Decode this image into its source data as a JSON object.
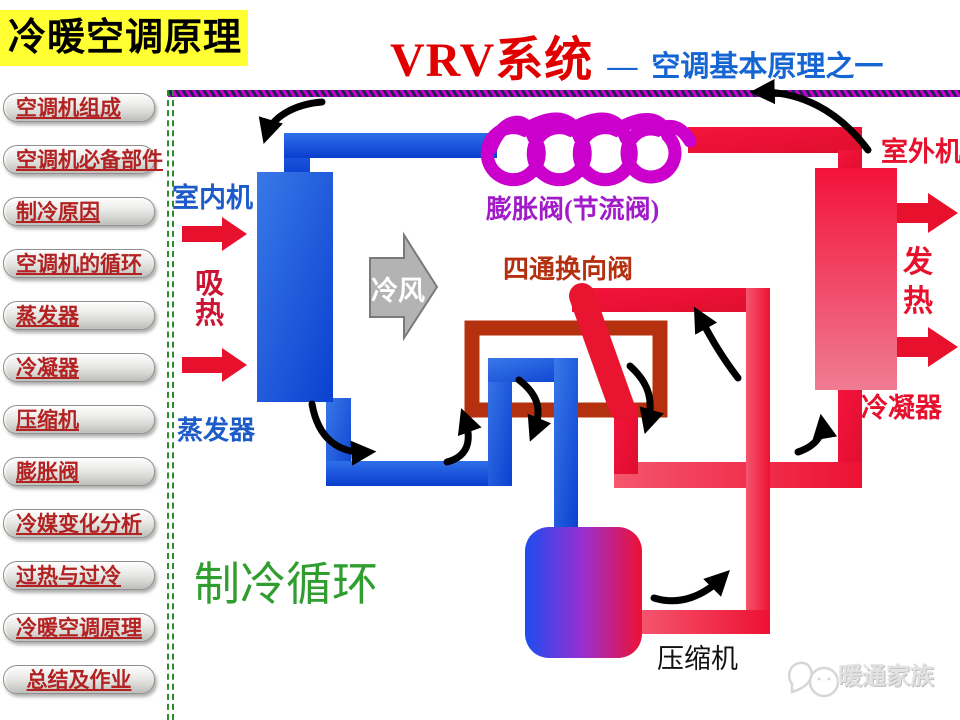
{
  "header": {
    "side_title": "冷暖空调原理",
    "main_title": "VRV系统",
    "dash": "—",
    "subtitle": "空调基本原理之一"
  },
  "sidebar": {
    "items": [
      {
        "label": "空调机组成"
      },
      {
        "label": "空调机必备部件"
      },
      {
        "label": "制冷原因"
      },
      {
        "label": "空调机的循环"
      },
      {
        "label": "蒸发器"
      },
      {
        "label": "冷凝器"
      },
      {
        "label": "压缩机"
      },
      {
        "label": "膨胀阀"
      },
      {
        "label": "冷媒变化分析"
      },
      {
        "label": "过热与过冷"
      },
      {
        "label": "冷暖空调原理"
      },
      {
        "label": "总结及作业"
      }
    ]
  },
  "diagram": {
    "labels": {
      "indoor_unit": "室内机",
      "absorb_heat": "吸\n热",
      "evaporator": "蒸发器",
      "cold_wind": "冷风",
      "expansion_valve": "膨胀阀(节流阀)",
      "four_way_valve": "四通换向阀",
      "outdoor_unit": "室外机",
      "heat_release": "发\n热",
      "condenser": "冷凝器",
      "compressor": "压缩机",
      "cooling_cycle": "制冷循环"
    },
    "colors": {
      "cold_pipe": "#1659e0",
      "hot_pipe": "#ee1133",
      "expansion_coil": "#cc00cc",
      "four_way_valve_frame": "#b5300f",
      "cold_wind_arrow": "#b3b3b3",
      "cooling_cycle_text": "#2f9e2f"
    }
  },
  "watermark": {
    "text": "暖通家族"
  }
}
